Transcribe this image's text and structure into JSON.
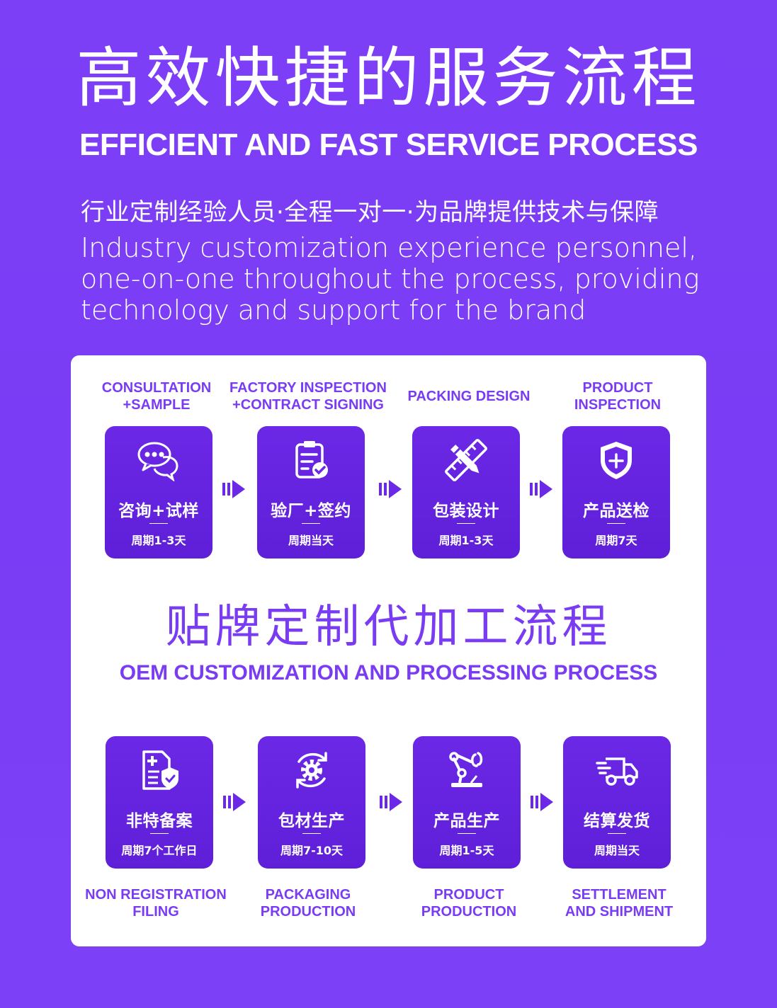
{
  "header": {
    "title_cn": "高效快捷的服务流程",
    "title_en": "EFFICIENT AND FAST SERVICE PROCESS",
    "intro_cn": "行业定制经验人员·全程一对一·为品牌提供技术与保障",
    "intro_en": "Industry customization experience personnel, one-on-one throughout the process, providing technology and support for the brand"
  },
  "service_steps": [
    {
      "label_en": "CONSULTATION\n+SAMPLE",
      "label_cn": "咨询+试样",
      "period": "周期1-3天",
      "icon": "chat-bubble-icon"
    },
    {
      "label_en": "FACTORY INSPECTION\n+CONTRACT SIGNING",
      "label_cn": "验厂+签约",
      "period": "周期当天",
      "icon": "clipboard-check-icon"
    },
    {
      "label_en": "PACKING DESIGN",
      "label_cn": "包装设计",
      "period": "周期1-3天",
      "icon": "pencil-ruler-icon"
    },
    {
      "label_en": "PRODUCT\nINSPECTION",
      "label_cn": "产品送检",
      "period": "周期7天",
      "icon": "shield-plus-icon"
    }
  ],
  "oem": {
    "title_cn": "贴牌定制代加工流程",
    "title_en": "OEM CUSTOMIZATION AND PROCESSING PROCESS"
  },
  "oem_steps": [
    {
      "label_en": "NON REGISTRATION\nFILING",
      "label_cn": "非特备案",
      "period": "周期7个工作日",
      "icon": "document-shield-icon"
    },
    {
      "label_en": "PACKAGING\nPRODUCTION",
      "label_cn": "包材生产",
      "period": "周期7-10天",
      "icon": "gear-cycle-icon"
    },
    {
      "label_en": "PRODUCT\nPRODUCTION",
      "label_cn": "产品生产",
      "period": "周期1-5天",
      "icon": "robot-arm-icon"
    },
    {
      "label_en": "SETTLEMENT\nAND SHIPMENT",
      "label_cn": "结算发货",
      "period": "周期当天",
      "icon": "delivery-truck-icon"
    }
  ],
  "colors": {
    "background": "#7b3ef5",
    "accent": "#7a3cf2",
    "tile": "#6322dc"
  }
}
